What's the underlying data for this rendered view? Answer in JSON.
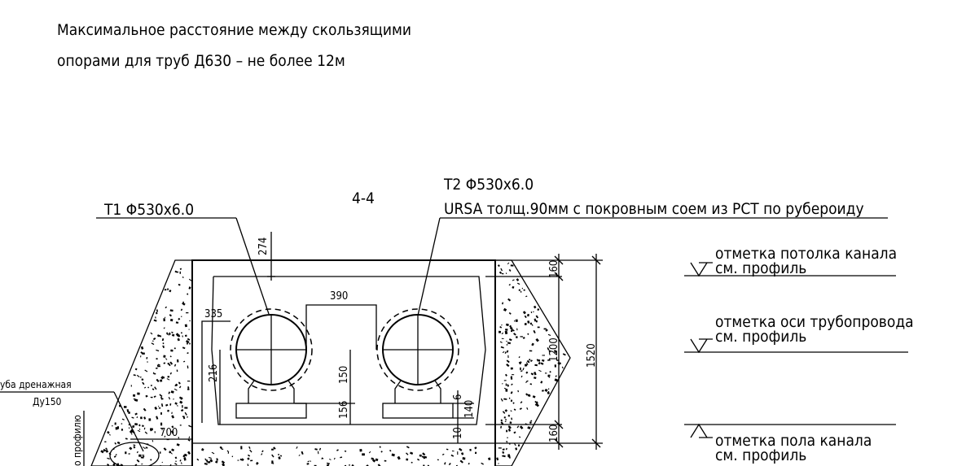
{
  "notes": {
    "line1": "Максимальное расстояние между скользящими",
    "line2": "опорами для труб Д630 – не более 12м"
  },
  "section": {
    "title": "4-4"
  },
  "pipes": {
    "t1": "Т1 Φ530х6.0",
    "t2": "Т2 Φ530х6.0",
    "insulation": "URSA толщ.90мм с покровным соем из РСТ по рубероиду"
  },
  "elevations": {
    "ceiling_line1": "отметка потолка канала",
    "ceiling_line2": "см. профиль",
    "axis_line1": "отметка оси трубопровода",
    "axis_line2": "см. профиль",
    "floor_line1": "отметка пола канала",
    "floor_line2": "см. профиль"
  },
  "drain": {
    "line1": "уба дренажная",
    "line2": "Ду150",
    "vertical": "о профилю"
  },
  "dimensions": {
    "d274": "274",
    "d390": "390",
    "d335": "335",
    "d216": "216",
    "d150": "150",
    "d156": "156",
    "d6": "6",
    "d140": "140",
    "d10": "10",
    "d700": "700",
    "d160_top": "160",
    "d1200": "1200",
    "d1520": "1520",
    "d160_bottom": "160"
  }
}
